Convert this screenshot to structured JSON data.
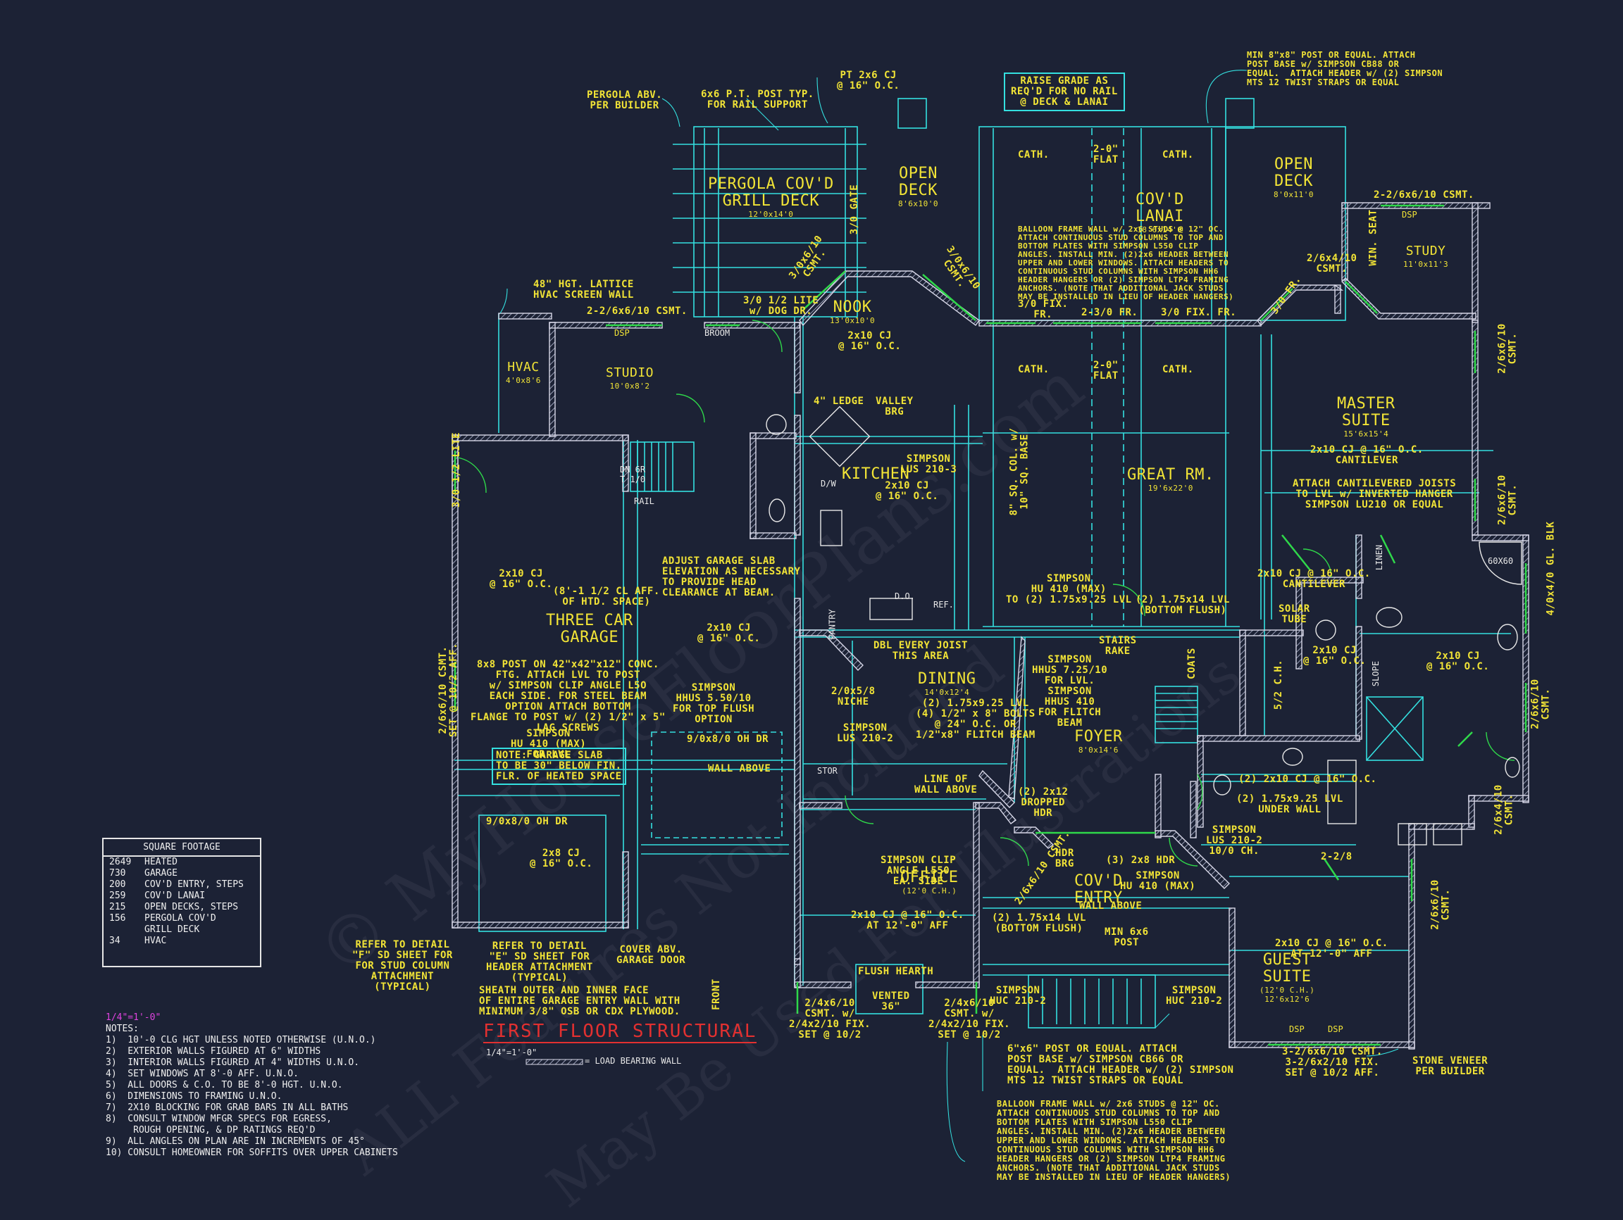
{
  "sheet": {
    "title": "FIRST FLOOR STRUCTURAL",
    "scale_top": "1/4\"=1'-0\"",
    "scale_bottom": "1/4\"=1'-0\"",
    "legend_load": "= LOAD BEARING WALL",
    "watermark1": "© MyHouseFloorPlans.com",
    "watermark2": "ALL Features Not Included",
    "watermark3": "May Be Used For Illustrations"
  },
  "square_footage": {
    "header": "SQUARE FOOTAGE",
    "rows": [
      {
        "value": "2649",
        "label": "HEATED"
      },
      {
        "value": "730",
        "label": "GARAGE"
      },
      {
        "value": "200",
        "label": "COV'D ENTRY, STEPS"
      },
      {
        "value": "259",
        "label": "COV'D LANAI"
      },
      {
        "value": "215",
        "label": "OPEN DECKS, STEPS"
      },
      {
        "value": "156",
        "label": "PERGOLA COV'D"
      },
      {
        "value": "",
        "label": "GRILL DECK"
      },
      {
        "value": "34",
        "label": "HVAC"
      }
    ]
  },
  "notes": {
    "header": "NOTES:",
    "items": [
      "1)  10'-0 CLG HGT UNLESS NOTED OTHERWISE (U.N.O.)",
      "2)  EXTERIOR WALLS FIGURED AT 6\" WIDTHS",
      "3)  INTERIOR WALLS FIGURED AT 4\" WIDTHS U.N.O.",
      "4)  SET WINDOWS AT 8'-0 AFF. U.N.O.",
      "5)  ALL DOORS & C.O. TO BE 8'-0 HGT. U.N.O.",
      "6)  DIMENSIONS TO FRAMING U.N.O.",
      "7)  2X10 BLOCKING FOR GRAB BARS IN ALL BATHS",
      "8)  CONSULT WINDOW MFGR SPECS FOR EGRESS,",
      "     ROUGH OPENING, & DP RATINGS REQ'D",
      "9)  ALL ANGLES ON PLAN ARE IN INCREMENTS OF 45°",
      "10) CONSULT HOMEOWNER FOR SOFFITS OVER UPPER CABINETS"
    ]
  },
  "rooms": {
    "pergola": {
      "name": "PERGOLA COV'D\nGRILL DECK",
      "dim": "12'0x14'0"
    },
    "open_deck_l": {
      "name": "OPEN\nDECK",
      "dim": "8'6x10'0"
    },
    "lanai": {
      "name": "COV'D\nLANAI",
      "dim": "18'6x14'0"
    },
    "open_deck_r": {
      "name": "OPEN\nDECK",
      "dim": "8'0x11'0"
    },
    "study": {
      "name": "STUDY",
      "dim": "11'0x11'3"
    },
    "hvac": {
      "name": "HVAC",
      "dim": "4'0x8'6"
    },
    "studio": {
      "name": "STUDIO",
      "dim": "10'0x8'2"
    },
    "nook": {
      "name": "NOOK",
      "dim": "13'0x10'0"
    },
    "kitchen": {
      "name": "KITCHEN",
      "dim": ""
    },
    "great": {
      "name": "GREAT RM.",
      "dim": "19'6x22'0"
    },
    "master": {
      "name": "MASTER\nSUITE",
      "dim": "15'6x15'4"
    },
    "garage": {
      "name": "THREE CAR\nGARAGE",
      "dim": ""
    },
    "dining": {
      "name": "DINING",
      "dim": "14'0x12'4"
    },
    "foyer": {
      "name": "FOYER",
      "dim": "8'0x14'6"
    },
    "office": {
      "name": "OFFICE",
      "dim": "(12'0 C.H.)"
    },
    "entry": {
      "name": "COV'D\nENTRY",
      "dim": ""
    },
    "guest": {
      "name": "GUEST\nSUITE",
      "dim": "(12'0 C.H.)\n12'6x12'6"
    },
    "broom": {
      "name": "BROOM",
      "dim": ""
    },
    "ref": {
      "name": "REF.",
      "dim": ""
    }
  },
  "annotations": [
    {
      "id": "pergola-abv",
      "text": "PERGOLA ABV.\nPER BUILDER"
    },
    {
      "id": "post-typ",
      "text": "6x6 P.T. POST TYP.\nFOR RAIL SUPPORT"
    },
    {
      "id": "pt-cj",
      "text": "PT 2x6 CJ\n@ 16\" O.C."
    },
    {
      "id": "raise-grade",
      "text": "RAISE GRADE AS\nREQ'D FOR NO RAIL\n@ DECK & LANAI"
    },
    {
      "id": "post-base",
      "text": "MIN 8\"x8\" POST OR EQUAL. ATTACH\nPOST BASE w/ SIMPSON CB88 OR\nEQUAL.  ATTACH HEADER w/ (2) SIMPSON\nMTS 12 TWIST STRAPS OR EQUAL"
    },
    {
      "id": "lattice",
      "text": "48\" HGT. LATTICE\nHVAC SCREEN WALL"
    },
    {
      "id": "csmt-hvac",
      "text": "2-2/6x6/10 CSMT."
    },
    {
      "id": "dsp-1",
      "text": "DSP"
    },
    {
      "id": "lite-dog",
      "text": "3/0 1/2 LITE\nw/ DOG DR."
    },
    {
      "id": "csmt-nook-l",
      "text": "3/0x6/10\nCSMT."
    },
    {
      "id": "csmt-nook-r",
      "text": "3/0x6/10\nCSMT."
    },
    {
      "id": "gate",
      "text": "3/0 GATE"
    },
    {
      "id": "ledge",
      "text": "4\" LEDGE"
    },
    {
      "id": "valley",
      "text": "VALLEY\nBRG"
    },
    {
      "id": "simpson-lus",
      "text": "SIMPSON\nLUS 210-3"
    },
    {
      "id": "cj-kit",
      "text": "2x10 CJ\n@ 16\" O.C."
    },
    {
      "id": "cj-nook",
      "text": "2x10 CJ\n@ 16\" O.C."
    },
    {
      "id": "balloon-lanai",
      "text": "BALLOON FRAME WALL w/ 2x6 STUDS @ 12\" OC.\nATTACH CONTINUOUS STUD COLUMNS TO TOP AND\nBOTTOM PLATES WITH SIMPSON L550 CLIP\nANGLES. INSTALL MIN. (2)2x6 HEADER BETWEEN\nUPPER AND LOWER WINDOWS. ATTACH HEADERS TO\nCONTINUOUS STUD COLUMNS WITH SIMPSON HH6\nHEADER HANGERS OR (2) SIMPSON LTP4 FRAMING\nANCHORS. (NOTE THAT ADDITIONAL JACK STUDS\nMAY BE INSTALLED IN LIEU OF HEADER HANGERS)"
    },
    {
      "id": "cath-1",
      "text": "CATH."
    },
    {
      "id": "cath-2",
      "text": "CATH."
    },
    {
      "id": "cath-3",
      "text": "CATH."
    },
    {
      "id": "cath-4",
      "text": "CATH."
    },
    {
      "id": "flat-1",
      "text": "2-0\"\nFLAT"
    },
    {
      "id": "flat-2",
      "text": "2-0\"\nFLAT"
    },
    {
      "id": "fix-fr",
      "text": "3/0 FIX.\nFR."
    },
    {
      "id": "fr-2310",
      "text": "2-3/0 FR."
    },
    {
      "id": "fix-fr-2",
      "text": "3/0 FIX. FR."
    },
    {
      "id": "csmt-study-1",
      "text": "2-2/6x6/10 CSMT."
    },
    {
      "id": "csmt-study-2",
      "text": "2/6x4/10\nCSMT."
    },
    {
      "id": "win-seat",
      "text": "WIN. SEAT"
    },
    {
      "id": "dsp-2",
      "text": "DSP"
    },
    {
      "id": "fr-master",
      "text": "3/0 FR."
    },
    {
      "id": "cj-master",
      "text": "2x10 CJ @ 16\" O.C.\nCANTILEVER"
    },
    {
      "id": "cantilever",
      "text": "ATTACH CANTILEVERED JOISTS\nTO LVL w/ INVERTED HANGER\nSIMPSON LU210 OR EQUAL"
    },
    {
      "id": "csmt-m1",
      "text": "2/6x6/10\nCSMT."
    },
    {
      "id": "csmt-m2",
      "text": "2/6x6/10\nCSMT."
    },
    {
      "id": "tub",
      "text": "60X60"
    },
    {
      "id": "glblk",
      "text": "4/0x4/0 GL. BLK"
    },
    {
      "id": "solar",
      "text": "SOLAR\nTUBE"
    },
    {
      "id": "cj-w",
      "text": "2x10 CJ @ 16\" O.C.\nCANTILEVER"
    },
    {
      "id": "adjust-slab",
      "text": "ADJUST GARAGE SLAB\nELEVATION AS NECESSARY\nTO PROVIDE HEAD\nCLEARANCE AT BEAM."
    },
    {
      "id": "cj-garage-1",
      "text": "2x10 CJ\n@ 16\" O.C."
    },
    {
      "id": "cj-garage-2",
      "text": "2x10 CJ\n@ 16\" O.C."
    },
    {
      "id": "clg-aff",
      "text": "(8'-1 1/2 CL AFF.\nOF HTD. SPACE)"
    },
    {
      "id": "post-conc",
      "text": "8x8 POST ON 42\"x42\"x12\" CONC.\nFTG. ATTACH LVL TO POST\nw/ SIMPSON CLIP ANGLE L5O\nEACH SIDE. FOR STEEL BEAM\nOPTION ATTACH BOTTOM\nFLANGE TO POST w/ (2) 1/2\" x 5\"\nLAG SCREWS"
    },
    {
      "id": "hhus",
      "text": "SIMPSON\nHHUS 5.50/10\nFOR TOP FLUSH\nOPTION"
    },
    {
      "id": "hu410",
      "text": "SIMPSON\nHU 410 (MAX)\nFOR LVL"
    },
    {
      "id": "garage-note",
      "text": "NOTE: GARAGE SLAB\nTO BE 30\" BELOW FIN.\nFLR. OF HEATED SPACE"
    },
    {
      "id": "ohdr-1",
      "text": "9/0x8/0 OH DR"
    },
    {
      "id": "ohdr-2",
      "text": "9/0x8/0 OH DR"
    },
    {
      "id": "cj-ga",
      "text": "2x8 CJ\n@ 16\" O.C."
    },
    {
      "id": "wall-above",
      "text": "WALL ABOVE"
    },
    {
      "id": "lite-1",
      "text": "3/0 1/2 LITE"
    },
    {
      "id": "csmt-g",
      "text": "2/6x6/10 CSMT.\nSET @ 10/2 AFF."
    },
    {
      "id": "refer-f",
      "text": "REFER TO DETAIL\n\"F\" SD SHEET FOR\nFOR STUD COLUMN\nATTACHMENT\n(TYPICAL)"
    },
    {
      "id": "refer-e",
      "text": "REFER TO DETAIL\n\"E\" SD SHEET FOR\nHEADER ATTACHMENT\n(TYPICAL)"
    },
    {
      "id": "cover-abv",
      "text": "COVER ABV.\nGARAGE DOOR"
    },
    {
      "id": "sheath",
      "text": "SHEATH OUTER AND INNER FACE\nOF ENTIRE GARAGE ENTRY WALL WITH\nMINIMUM 3/8\" OSB OR CDX PLYWOOD."
    },
    {
      "id": "dbl-joist",
      "text": "DBL EVERY JOIST\nTHIS AREA"
    },
    {
      "id": "niche",
      "text": "2/0x5/8\nNICHE"
    },
    {
      "id": "lus-2",
      "text": "SIMPSON\nLUS 210-2"
    },
    {
      "id": "flitch",
      "text": "(2) 1.75x9.25 LVL\n(4) 1/2\" x 8\" BOLTS\n@ 24\" O.C. OR\n1/2\"x8\" FLITCH BEAM"
    },
    {
      "id": "line-wall",
      "text": "LINE OF\nWALL ABOVE"
    },
    {
      "id": "hu410-2",
      "text": "SIMPSON\nHU 410 (MAX)\nTO (2) 1.75x9.25 LVL"
    },
    {
      "id": "lvl-flush",
      "text": "(2) 1.75x14 LVL\n(BOTTOM FLUSH)"
    },
    {
      "id": "stairs-rake",
      "text": "STAIRS\nRAKE"
    },
    {
      "id": "hhus-2",
      "text": "SIMPSON\nHHUS 7.25/10\nFOR LVL.\nSIMPSON\nHHUS 410\nFOR FLITCH\nBEAM"
    },
    {
      "id": "coats",
      "text": "COATS"
    },
    {
      "id": "ch-52",
      "text": "5/2 C.H."
    },
    {
      "id": "stor",
      "text": "STOR"
    },
    {
      "id": "dropped-hdr",
      "text": "(2) 2x12\nDROPPED\nHDR"
    },
    {
      "id": "clip-angle",
      "text": "SIMPSON CLIP\nANGLE L550\nEA. SIDE"
    },
    {
      "id": "cj-office",
      "text": "2x10 CJ @ 16\" O.C.\nAT 12'-0\" AFF"
    },
    {
      "id": "lvl-flush-2",
      "text": "(2) 1.75x14 LVL\n(BOTTOM FLUSH)"
    },
    {
      "id": "post-6x6",
      "text": "MIN 6x6\nPOST"
    },
    {
      "id": "flush-hearth",
      "text": "FLUSH HEARTH"
    },
    {
      "id": "vented",
      "text": "VENTED\n36\""
    },
    {
      "id": "csmt-o1",
      "text": "2/4x6/10\nCSMT. w/\n2/4x2/10 FIX.\nSET @ 10/2"
    },
    {
      "id": "csmt-o2",
      "text": "2/4x6/10\nCSMT. w/\n2/4x2/10 FIX.\nSET @ 10/2"
    },
    {
      "id": "post-attach",
      "text": "6\"x6\" POST OR EQUAL. ATTACH\nPOST BASE w/ SIMPSON CB66 OR\nEQUAL.  ATTACH HEADER w/ (2) SIMPSON\nMTS 12 TWIST STRAPS OR EQUAL"
    },
    {
      "id": "balloon-2",
      "text": "BALLOON FRAME WALL w/ 2x6 STUDS @ 12\" OC.\nATTACH CONTINUOUS STUD COLUMNS TO TOP AND\nBOTTOM PLATES WITH SIMPSON L550 CLIP\nANGLES. INSTALL MIN. (2)2x6 HEADER BETWEEN\nUPPER AND LOWER WINDOWS. ATTACH HEADERS TO\nCONTINUOUS STUD COLUMNS WITH SIMPSON HH6\nHEADER HANGERS OR (2) SIMPSON LTP4 FRAMING\nANCHORS. (NOTE THAT ADDITIONAL JACK STUDS\nMAY BE INSTALLED IN LIEU OF HEADER HANGERS)"
    },
    {
      "id": "cj-guest",
      "text": "2x10 CJ @ 16\" O.C.\nAT 12'-0\" AFF"
    },
    {
      "id": "csmt-guest",
      "text": "3-2/6x6/10 CSMT.\n3-2/6x2/10 FIX.\nSET @ 10/2 AFF."
    },
    {
      "id": "stone",
      "text": "STONE VENEER\nPER BUILDER"
    },
    {
      "id": "dsp-g1",
      "text": "DSP"
    },
    {
      "id": "dsp-g2",
      "text": "DSP"
    },
    {
      "id": "lvl-under",
      "text": "(2) 1.75x9.25 LVL\nUNDER WALL"
    },
    {
      "id": "lus-3",
      "text": "SIMPSON\nLUS 210-2\n10/0 CH."
    },
    {
      "id": "cj-bath",
      "text": "(2) 2x10 CJ @ 16\" O.C."
    },
    {
      "id": "cj-hall",
      "text": "2x10 CJ\n@ 16\" O.C."
    },
    {
      "id": "cj-mb",
      "text": "2x10 CJ\n@ 16\" O.C."
    },
    {
      "id": "csmt-b1",
      "text": "2/6x6/10\nCSMT."
    },
    {
      "id": "csmt-b2",
      "text": "2/6x4/10\nCSMT."
    },
    {
      "id": "csmt-b3",
      "text": "2/6x6/10\nCSMT."
    },
    {
      "id": "fr-guest",
      "text": "2-2/8"
    },
    {
      "id": "huc-1",
      "text": "SIMPSON\nHUC 210-2"
    },
    {
      "id": "huc-2",
      "text": "SIMPSON\nHUC 210-2"
    },
    {
      "id": "hdr-brg",
      "text": "HDR\nBRG"
    },
    {
      "id": "hdr-3x8",
      "text": "(3) 2x8 HDR"
    },
    {
      "id": "hu-max",
      "text": "SIMPSON\nHU 410 (MAX)"
    },
    {
      "id": "wall-above-2",
      "text": "WALL ABOVE"
    },
    {
      "id": "csmt-entry",
      "text": "2/6x6/10 CSMT."
    },
    {
      "id": "front",
      "text": "FRONT"
    },
    {
      "id": "rail",
      "text": "RAIL"
    },
    {
      "id": "dn6r",
      "text": "DN 6R\nT 1/0"
    },
    {
      "id": "col-8sq",
      "text": "8\" SQ. COL. w/\n10\" SQ. BASE"
    },
    {
      "id": "dw",
      "text": "D/W"
    },
    {
      "id": "do",
      "text": "D.O."
    },
    {
      "id": "pantry",
      "text": "PANTRY"
    },
    {
      "id": "linen",
      "text": "LINEN"
    },
    {
      "id": "slope",
      "text": "SLOPE"
    }
  ],
  "colors": {
    "background": "#1c2235",
    "wall": "#c8c8d8",
    "cyan": "#34e0e0",
    "yellow": "#f2e436",
    "green": "#2fd84a",
    "red": "#e23030",
    "magenta": "#e044e0"
  }
}
